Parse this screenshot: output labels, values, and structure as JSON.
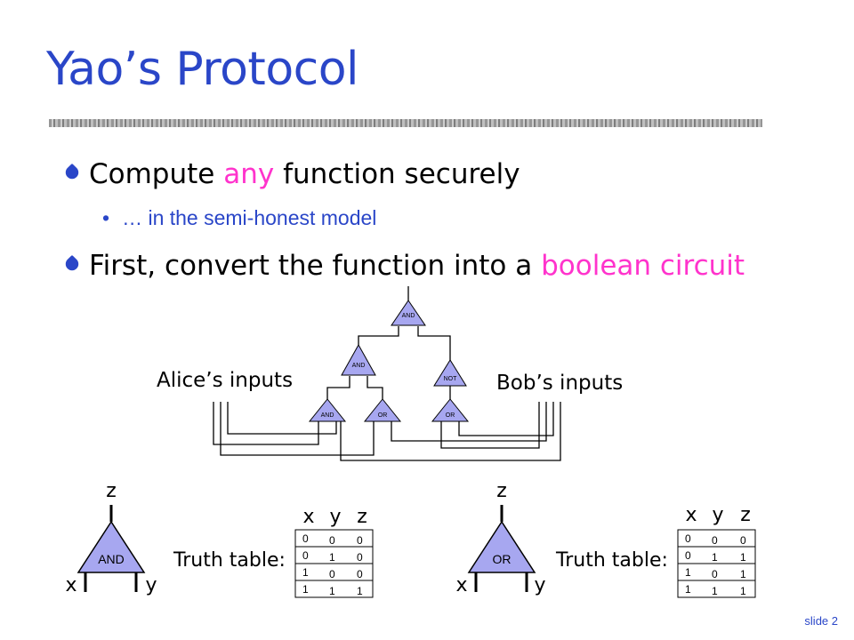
{
  "title": "Yao’s Protocol",
  "bullets": [
    {
      "pre": "Compute ",
      "hl": "any",
      "post": " function securely"
    },
    {
      "pre": "First, convert the function into a ",
      "hl": "boolean circuit",
      "post": ""
    }
  ],
  "sub_bullet": "… in the semi-honest model",
  "circuit": {
    "alice_label": "Alice’s inputs",
    "bob_label": "Bob’s inputs",
    "gates": [
      "AND",
      "AND",
      "NOT",
      "AND",
      "OR",
      "OR"
    ]
  },
  "and_example": {
    "gate": "AND",
    "out": "z",
    "in_left": "x",
    "in_right": "y",
    "tt_label": "Truth table:",
    "headers": [
      "x",
      "y",
      "z"
    ],
    "rows": [
      [
        "0",
        "0",
        "0"
      ],
      [
        "0",
        "1",
        "0"
      ],
      [
        "1",
        "0",
        "0"
      ],
      [
        "1",
        "1",
        "1"
      ]
    ]
  },
  "or_example": {
    "gate": "OR",
    "out": "z",
    "in_left": "x",
    "in_right": "y",
    "tt_label": "Truth table:",
    "headers": [
      "x",
      "y",
      "z"
    ],
    "rows": [
      [
        "0",
        "0",
        "0"
      ],
      [
        "0",
        "1",
        "1"
      ],
      [
        "1",
        "0",
        "1"
      ],
      [
        "1",
        "1",
        "1"
      ]
    ]
  },
  "colors": {
    "title": "#2a46c8",
    "highlight": "#ff33cc",
    "gate_fill": "#a7a7f0"
  },
  "footer": "slide 2"
}
